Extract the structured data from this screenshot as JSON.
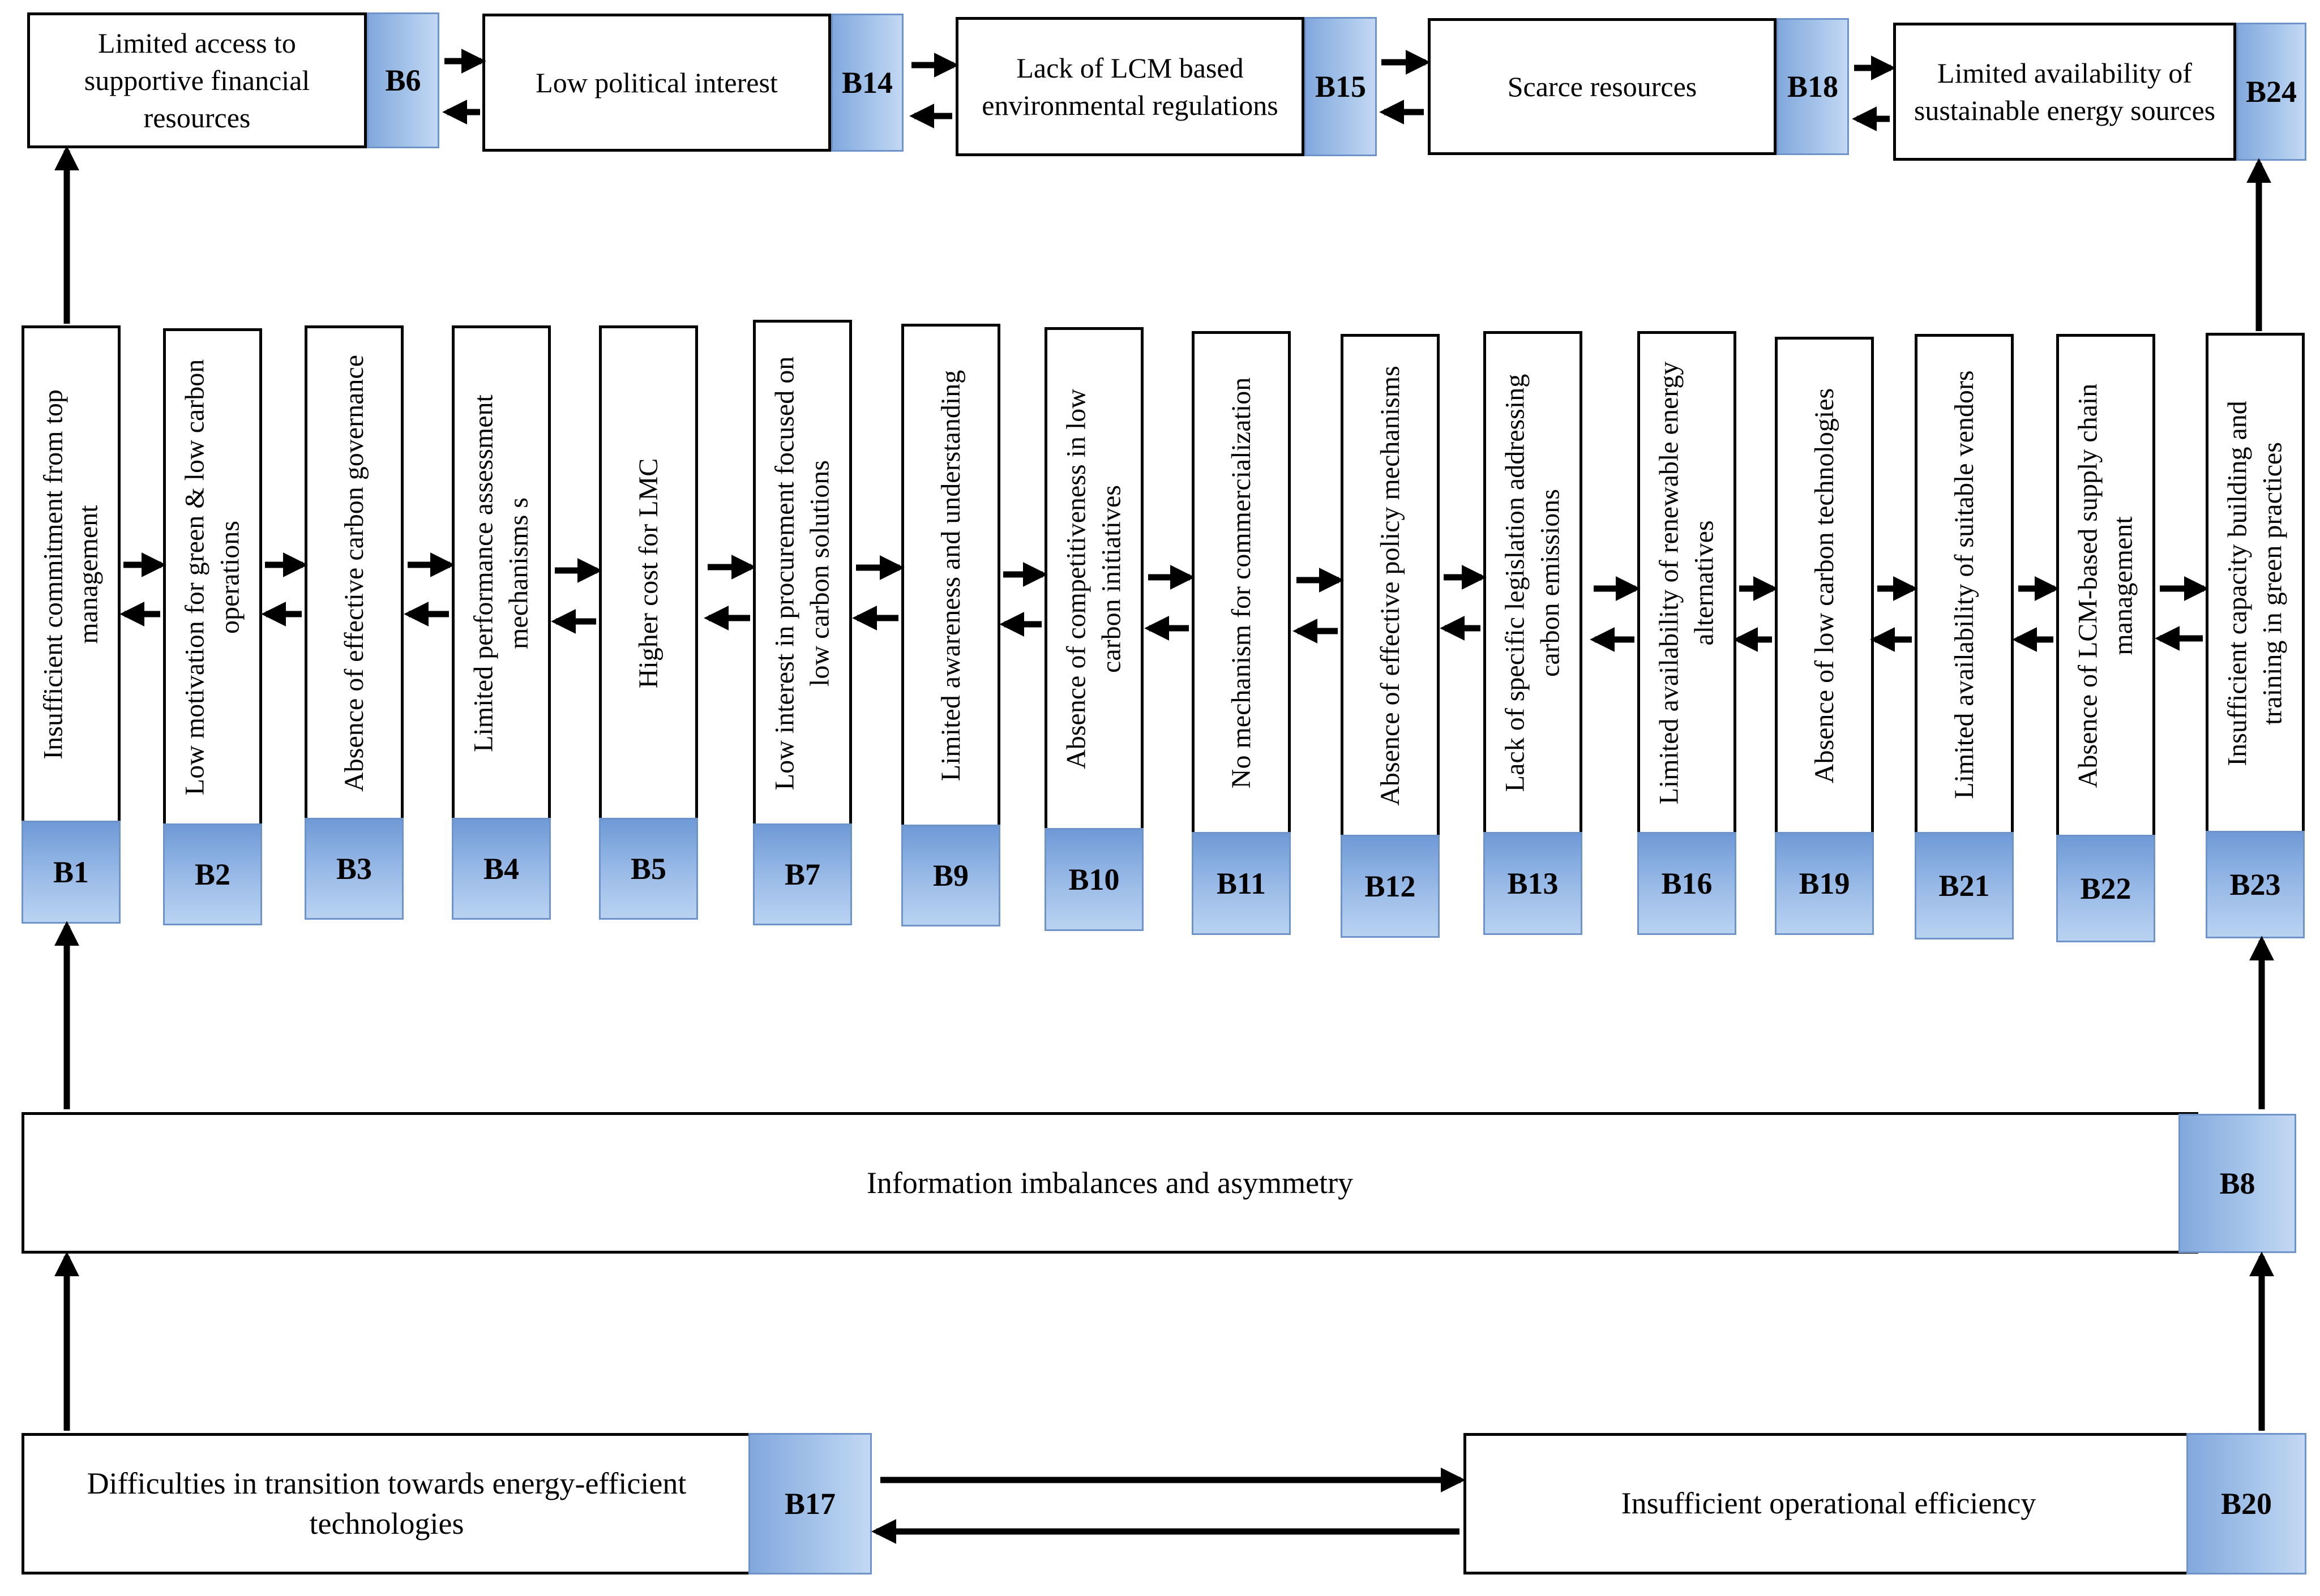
{
  "top_row": [
    {
      "id": "B6",
      "text": "Limited access to supportive financial resources"
    },
    {
      "id": "B14",
      "text": "Low political interest"
    },
    {
      "id": "B15",
      "text": "Lack of LCM based environmental regulations"
    },
    {
      "id": "B18",
      "text": "Scarce resources"
    },
    {
      "id": "B24",
      "text": "Limited availability of sustainable energy sources"
    }
  ],
  "middle_row": [
    {
      "id": "B1",
      "text": "Insufficient commitment from top management"
    },
    {
      "id": "B2",
      "text": "Low motivation for green & low carbon operations"
    },
    {
      "id": "B3",
      "text": "Absence of effective carbon governance"
    },
    {
      "id": "B4",
      "text": "Limited performance assessment mechanisms s"
    },
    {
      "id": "B5",
      "text": "Higher cost for LMC"
    },
    {
      "id": "B7",
      "text": "Low interest in procurement focused on low carbon solutions"
    },
    {
      "id": "B9",
      "text": "Limited awareness and understanding"
    },
    {
      "id": "B10",
      "text": "Absence of competitiveness in low carbon initiatives"
    },
    {
      "id": "B11",
      "text": "No mechanism for commercialization"
    },
    {
      "id": "B12",
      "text": "Absence of effective policy mechanisms"
    },
    {
      "id": "B13",
      "text": "Lack of specific legislation addressing carbon emissions"
    },
    {
      "id": "B16",
      "text": "Limited availability of renewable energy alternatives"
    },
    {
      "id": "B19",
      "text": "Absence of low carbon technologies"
    },
    {
      "id": "B21",
      "text": "Limited availability of suitable vendors"
    },
    {
      "id": "B22",
      "text": "Absence of LCM-based supply chain management"
    },
    {
      "id": "B23",
      "text": "Insufficient capacity building and training in green practices"
    }
  ],
  "info_box": {
    "id": "B8",
    "text": "Information imbalances and asymmetry"
  },
  "bottom_row": [
    {
      "id": "B17",
      "text": "Difficulties in transition towards energy-efficient technologies"
    },
    {
      "id": "B20",
      "text": "Insufficient operational efficiency"
    }
  ],
  "colors": {
    "label_blue": "#9bbce8",
    "border": "#000000",
    "arrow": "#000000"
  }
}
